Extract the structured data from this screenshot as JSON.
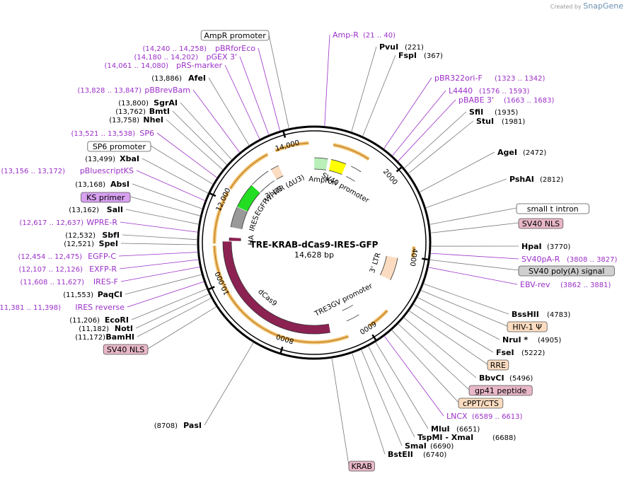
{
  "brand": {
    "created_by": "Created by",
    "app": "SnapGene"
  },
  "plasmid": {
    "name": "TRE-KRAB-dCas9-IRES-GFP",
    "length": "14,628 bp"
  },
  "ticks": [
    "2000",
    "4000",
    "6000",
    "8000",
    "10,000",
    "12,000",
    "14,000"
  ],
  "features": [
    {
      "name": "AmpR",
      "start": 4,
      "end": 380,
      "color": "#b9f0b9"
    },
    {
      "name": "ori",
      "start": 470,
      "end": 900,
      "color": "#ffff00"
    },
    {
      "name": "SV40 promoter",
      "start": 1050,
      "end": 1360,
      "color": "#ffffff"
    },
    {
      "name": "3' LTR",
      "start": 4080,
      "end": 4720,
      "color": "#fbdcc0"
    },
    {
      "name": "TRE3GV promoter",
      "start": 6020,
      "end": 6400,
      "color": "#ffffff"
    },
    {
      "name": "dCas9",
      "start": 6900,
      "end": 11000,
      "color": "#8b2252"
    },
    {
      "name": "HA",
      "start": 11020,
      "end": 11110,
      "color": "#8b2252"
    },
    {
      "name": "IRES",
      "start": 11400,
      "end": 11980,
      "color": "#999999"
    },
    {
      "name": "EGFP",
      "start": 11990,
      "end": 12700,
      "color": "#22dd22"
    },
    {
      "name": "WPRE",
      "start": 12720,
      "end": 13300,
      "color": "#ffffff"
    },
    {
      "name": "3' LTR (ΔU3)",
      "start": 13380,
      "end": 13620,
      "color": "#fbdcc0"
    }
  ],
  "labels": [
    {
      "id": "ampr-promoter",
      "text": "AmpR promoter",
      "kind": "boxed",
      "box": "#ffffff"
    },
    {
      "id": "amp-r",
      "text": "Amp-R",
      "pos": "(21 .. 40)",
      "kind": "primer"
    },
    {
      "id": "pvui",
      "text": "PvuI",
      "pos": "(221)",
      "kind": "enzyme"
    },
    {
      "id": "fspi",
      "text": "FspI",
      "pos": "(367)",
      "kind": "enzyme"
    },
    {
      "id": "pbr322ori-f",
      "text": "pBR322ori-F",
      "pos": "(1323 .. 1342)",
      "kind": "primer"
    },
    {
      "id": "l4440",
      "text": "L4440",
      "pos": "(1576 .. 1593)",
      "kind": "primer"
    },
    {
      "id": "pbabe-3",
      "text": "pBABE 3'",
      "pos": "(1663 .. 1683)",
      "kind": "primer"
    },
    {
      "id": "sfii",
      "text": "SfiI",
      "pos": "(1935)",
      "kind": "enzyme"
    },
    {
      "id": "stui",
      "text": "StuI",
      "pos": "(1981)",
      "kind": "enzyme"
    },
    {
      "id": "agei",
      "text": "AgeI",
      "pos": "(2472)",
      "kind": "enzyme"
    },
    {
      "id": "pshai",
      "text": "PshAI",
      "pos": "(2812)",
      "kind": "enzyme"
    },
    {
      "id": "small-t-intron",
      "text": "small t intron",
      "kind": "boxed",
      "box": "#ffffff"
    },
    {
      "id": "sv40-nls-right",
      "text": "SV40 NLS",
      "kind": "boxed",
      "box": "#e8b7c7"
    },
    {
      "id": "hpai",
      "text": "HpaI",
      "pos": "(3770)",
      "kind": "enzyme"
    },
    {
      "id": "sv40pa-r",
      "text": "SV40pA-R",
      "pos": "(3808 .. 3827)",
      "kind": "primer"
    },
    {
      "id": "sv40-polya",
      "text": "SV40 poly(A) signal",
      "kind": "boxed",
      "box": "#cfcfcf"
    },
    {
      "id": "ebv-rev",
      "text": "EBV-rev",
      "pos": "(3862 .. 3881)",
      "kind": "primer"
    },
    {
      "id": "bsshii",
      "text": "BssHII",
      "pos": "(4783)",
      "kind": "enzyme"
    },
    {
      "id": "hiv1-psi",
      "text": "HIV-1 Ψ",
      "kind": "boxed",
      "box": "#fbdcc0"
    },
    {
      "id": "nrui",
      "text": "NruI *",
      "pos": "(4905)",
      "kind": "enzyme"
    },
    {
      "id": "fsei",
      "text": "FseI",
      "pos": "(5222)",
      "kind": "enzyme"
    },
    {
      "id": "rre",
      "text": "RRE",
      "kind": "boxed",
      "box": "#fbdcc0"
    },
    {
      "id": "bbvci",
      "text": "BbvCI",
      "pos": "(5496)",
      "kind": "enzyme"
    },
    {
      "id": "gp41",
      "text": "gp41 peptide",
      "kind": "boxed",
      "box": "#e8b7c7"
    },
    {
      "id": "cppt",
      "text": "cPPT/CTS",
      "kind": "boxed",
      "box": "#fbdcc0"
    },
    {
      "id": "lncx",
      "text": "LNCX",
      "pos": "(6589 .. 6613)",
      "kind": "primer"
    },
    {
      "id": "mlui",
      "text": "MluI",
      "pos": "(6651)",
      "kind": "enzyme"
    },
    {
      "id": "tspmi-xmai",
      "text": "TspMI  -  XmaI",
      "pos": "(6688)",
      "kind": "enzyme"
    },
    {
      "id": "smai",
      "text": "SmaI",
      "pos": "(6690)",
      "kind": "enzyme"
    },
    {
      "id": "bsteii",
      "text": "BstEII",
      "pos": "(6740)",
      "kind": "enzyme"
    },
    {
      "id": "krab",
      "text": "KRAB",
      "kind": "boxed",
      "box": "#e8b7c7"
    },
    {
      "id": "pasi",
      "text": "PasI",
      "pos": "(8708)",
      "kind": "enzyme-left"
    },
    {
      "id": "sv40-nls-left",
      "text": "SV40 NLS",
      "kind": "boxed",
      "box": "#e8b7c7"
    },
    {
      "id": "bamhi",
      "text": "BamHI",
      "pos": "(11,172)",
      "kind": "enzyme-left"
    },
    {
      "id": "noti",
      "text": "NotI",
      "pos": "(11,182)",
      "kind": "enzyme-left"
    },
    {
      "id": "ecori",
      "text": "EcoRI",
      "pos": "(11,206)",
      "kind": "enzyme-left"
    },
    {
      "id": "ires-reverse",
      "text": "IRES reverse",
      "pos": "(11,381 .. 11,398)",
      "kind": "primer-left"
    },
    {
      "id": "paqci",
      "text": "PaqCI",
      "pos": "(11,553)",
      "kind": "enzyme-left"
    },
    {
      "id": "ires-f",
      "text": "IRES-F",
      "pos": "(11,608 .. 11,627)",
      "kind": "primer-left"
    },
    {
      "id": "exfp-r",
      "text": "EXFP-R",
      "pos": "(12,107 .. 12,126)",
      "kind": "primer-left"
    },
    {
      "id": "egfp-c",
      "text": "EGFP-C",
      "pos": "(12,454 .. 12,475)",
      "kind": "primer-left"
    },
    {
      "id": "spei",
      "text": "SpeI",
      "pos": "(12,521)",
      "kind": "enzyme-left"
    },
    {
      "id": "sbfi",
      "text": "SbfI",
      "pos": "(12,532)",
      "kind": "enzyme-left"
    },
    {
      "id": "wpre-r",
      "text": "WPRE-R",
      "pos": "(12,617 .. 12,637)",
      "kind": "primer-left"
    },
    {
      "id": "sali",
      "text": "SalI",
      "pos": "(13,162)",
      "kind": "enzyme-left"
    },
    {
      "id": "ks-primer",
      "text": "KS primer",
      "kind": "boxed",
      "box": "#d7a0f0"
    },
    {
      "id": "absi",
      "text": "AbsI",
      "pos": "(13,168)",
      "kind": "enzyme-left"
    },
    {
      "id": "pbluescriptks",
      "text": "pBluescriptKS",
      "pos": "(13,156 .. 13,172)",
      "kind": "primer-left"
    },
    {
      "id": "xbai",
      "text": "XbaI",
      "pos": "(13,499)",
      "kind": "enzyme-left"
    },
    {
      "id": "sp6-promoter",
      "text": "SP6 promoter",
      "kind": "boxed",
      "box": "#ffffff"
    },
    {
      "id": "sp6",
      "text": "SP6",
      "pos": "(13,521 .. 13,538)",
      "kind": "primer-left"
    },
    {
      "id": "nhei",
      "text": "NheI",
      "pos": "(13,758)",
      "kind": "enzyme-left"
    },
    {
      "id": "bmti",
      "text": "BmtI",
      "pos": "(13,762)",
      "kind": "enzyme-left"
    },
    {
      "id": "sgrai",
      "text": "SgrAI",
      "pos": "(13,800)",
      "kind": "enzyme-left"
    },
    {
      "id": "pbbrrevbam",
      "text": "pBBrevBam",
      "pos": "(13,828 .. 13,847)",
      "kind": "primer-left"
    },
    {
      "id": "afei",
      "text": "AfeI",
      "pos": "(13,886)",
      "kind": "enzyme-left"
    },
    {
      "id": "prs-marker",
      "text": "pRS-marker",
      "pos": "(14,061 .. 14,080)",
      "kind": "primer-left"
    },
    {
      "id": "pgex-3",
      "text": "pGEX 3'",
      "pos": "(14,180 .. 14,202)",
      "kind": "primer-left"
    },
    {
      "id": "pbrforeco",
      "text": "pBRforEco",
      "pos": "(14,240 .. 14,258)",
      "kind": "primer-left"
    }
  ]
}
